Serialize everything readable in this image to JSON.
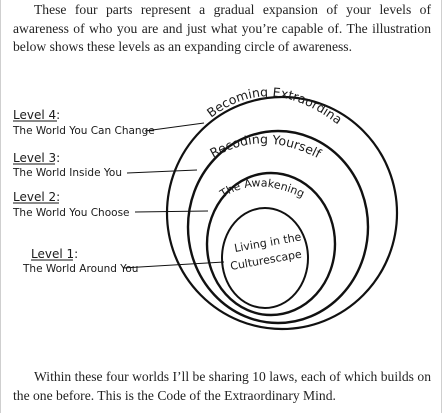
{
  "intro_paragraph": "These four parts represent a gradual expansion of your levels of awareness of who you are and just what you’re capable of. The illustration below shows these levels as an expanding circle of awareness.",
  "diagram": {
    "levels": [
      {
        "title": "Level 4:",
        "desc": "The World You Can Change"
      },
      {
        "title": "Level 3:",
        "desc": "The World Inside You"
      },
      {
        "title": "Level 2:",
        "desc": "The World You Choose"
      },
      {
        "title": "Level 1:",
        "desc": "The World Around You"
      }
    ],
    "circles": {
      "outer": "Becoming Extraordinary",
      "third": "Recoding Yourself",
      "second": "The Awakening",
      "inner_line1": "Living in the",
      "inner_line2": "Culturescape"
    }
  },
  "outro_paragraph": "Within these four worlds I’ll be sharing 10 laws, each of which builds on the one before. This is the Code of the Extraordinary Mind."
}
